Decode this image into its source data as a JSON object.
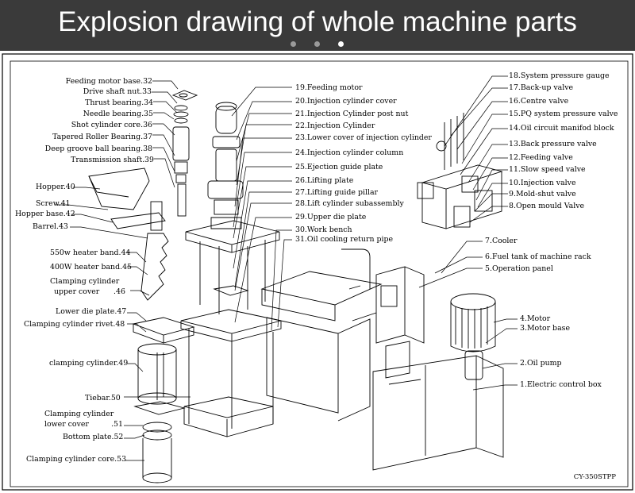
{
  "header": {
    "title": "Explosion drawing of whole machine parts",
    "slide_count": 3,
    "active_slide": 3
  },
  "colors": {
    "banner": "#3a3a3a",
    "title_text": "#ffffff",
    "dot_inactive": "#9a9a9a",
    "dot_active": "#ffffff",
    "line": "#000000"
  },
  "model": "CY-350STPP",
  "labels_left": [
    "Feeding motor base.32",
    "Drive shaft nut.33",
    "Thrust bearing.34",
    "Needle bearing.35",
    "Shot cylinder core.36",
    "Tapered Roller Bearing.37",
    "Deep groove ball bearing.38",
    "Transmission shaft.39",
    "Hopper.40",
    "Screw.41",
    "Hopper base.42",
    "Barrel.43",
    "550w heater band.44",
    "400W heater band.45",
    "Clamping cylinder",
    "upper cover",
    ".46",
    "Lower die plate.47",
    "Clamping cylinder rivet.48",
    "clamping cylinder.49",
    "Tiebar.50",
    "Clamping cylinder",
    "lower cover",
    ".51",
    "Bottom plate.52",
    "Clamping cylinder core.53"
  ],
  "labels_center": [
    "19.Feeding motor",
    "20.Injection cylinder cover",
    "21.Injection Cylinder post nut",
    "22.Injection Cylinder",
    "23.Lower cover of injection cylinder",
    "24.Injection cylinder column",
    "25.Ejection guide plate",
    "26.Lifting plate",
    "27.Lifting guide pillar",
    "28.Lift cylinder subassembly",
    "29.Upper die plate",
    "30.Work bench",
    "31.Oil cooling return pipe"
  ],
  "labels_right": [
    "18.System pressure gauge",
    "17.Back-up valve",
    "16.Centre valve",
    "15.PQ system pressure valve",
    "14.Oil circuit manifod block",
    "13.Back pressure valve",
    "12.Feeding valve",
    "11.Slow speed valve",
    "10.Injection valve",
    "9.Mold-shut valve",
    "8.Open mould Valve",
    "7.Cooler",
    "6.Fuel tank of machine rack",
    "5.Operation panel",
    "4.Motor",
    "3.Motor base",
    "2.Oil pump",
    "1.Electric control box"
  ]
}
